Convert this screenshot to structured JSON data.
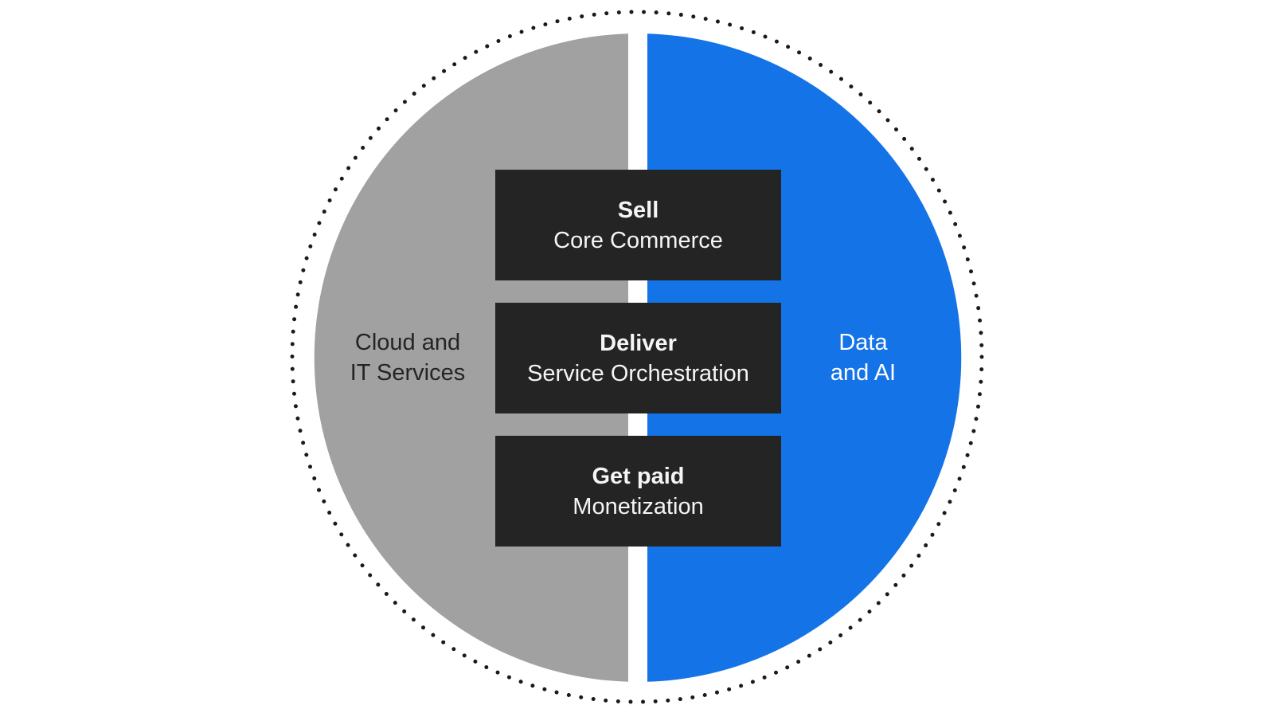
{
  "diagram": {
    "ring_color": "#1a1a1a",
    "box_color": "#242424",
    "left_half": {
      "color": "#a1a1a1",
      "text_color": "#242424",
      "label_line1": "Cloud and",
      "label_line2": "IT Services"
    },
    "right_half": {
      "color": "#1473e6",
      "text_color": "#ffffff",
      "label_line1": "Data",
      "label_line2": "and AI"
    },
    "pillars": [
      {
        "title": "Sell",
        "subtitle": "Core Commerce"
      },
      {
        "title": "Deliver",
        "subtitle": "Service Orchestration"
      },
      {
        "title": "Get paid",
        "subtitle": "Monetization"
      }
    ]
  }
}
